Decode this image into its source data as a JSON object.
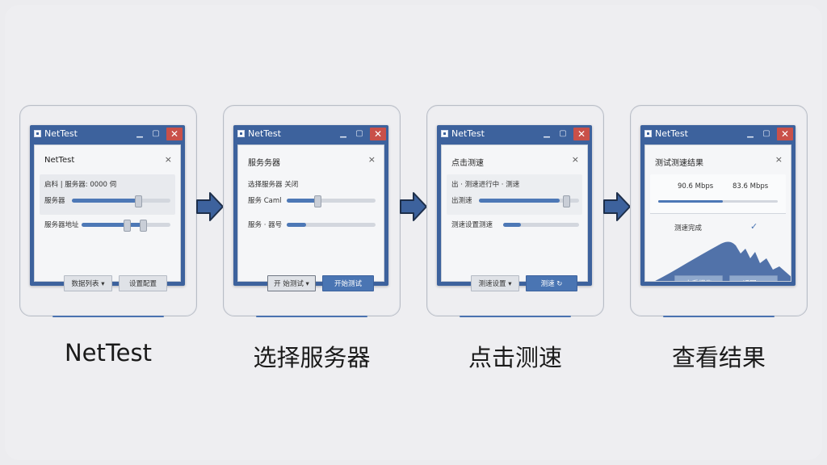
{
  "colors": {
    "accent": "#3d629d",
    "fill": "#4d78b6",
    "close": "#c95049",
    "background": "#eeeef1"
  },
  "steps": [
    {
      "caption": "NetTest",
      "window_title": "NetTest",
      "dialog_title": "NetTest",
      "rows": [
        "启科 |   服务器: 0000 伺",
        "服务器",
        "服务器地址"
      ],
      "buttons": [
        "数据列表 ▾",
        "设置配置"
      ]
    },
    {
      "caption": "选择服务器",
      "window_title": "NetTest",
      "dialog_title": "服务务器",
      "rows": [
        "选择服务器    关闭",
        "服务 Caml",
        "服务 · 器号"
      ],
      "buttons": [
        "开 始测试 ▾",
        "开始测试"
      ]
    },
    {
      "caption": "点击测速",
      "window_title": "NetTest",
      "dialog_title": "点击测速",
      "rows": [
        "出 · 测速进行中 · 测速",
        "出测速",
        "测速设置测速"
      ],
      "buttons": [
        "测速设置 ▾",
        "测速 ↻"
      ]
    },
    {
      "caption": "查看结果",
      "window_title": "NetTest",
      "dialog_title": "测试测速结果",
      "rows": [
        "90.6 Mbps",
        "83.6 Mbps",
        "测速完成"
      ],
      "buttons": [
        "查看报告",
        "返回 ↻"
      ]
    }
  ],
  "icons": {
    "arrow": "arrow-right-icon",
    "window": "app-window-icon",
    "close": "close-icon",
    "check": "check-icon"
  }
}
